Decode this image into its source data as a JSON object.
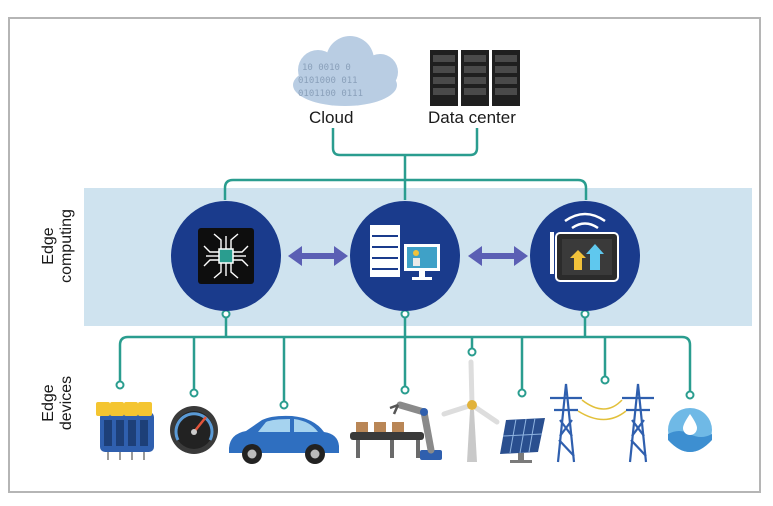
{
  "top": {
    "cloud_label": "Cloud",
    "datacenter_label": "Data center"
  },
  "cloud_binary": [
    "10 0010 0",
    "0101000 011",
    "0101100 0111"
  ],
  "side_labels": {
    "edge_computing": [
      "Edge",
      "computing"
    ],
    "edge_devices": [
      "Edge",
      "devices"
    ]
  },
  "colors": {
    "connector": "#2a9d8f",
    "band": "#cfe3ef",
    "node": "#1a3b8c",
    "arrow": "#5b5fb4",
    "frame": "#b5b5b5"
  },
  "nodes": [
    "chip-icon",
    "server-monitor-icon",
    "wireless-tablet-icon"
  ],
  "devices": [
    "sensor-rack-icon",
    "gauge-icon",
    "car-icon",
    "robot-arm-conveyor-icon",
    "wind-turbine-icon",
    "solar-panel-icon",
    "power-tower-icon",
    "water-drop-icon"
  ]
}
